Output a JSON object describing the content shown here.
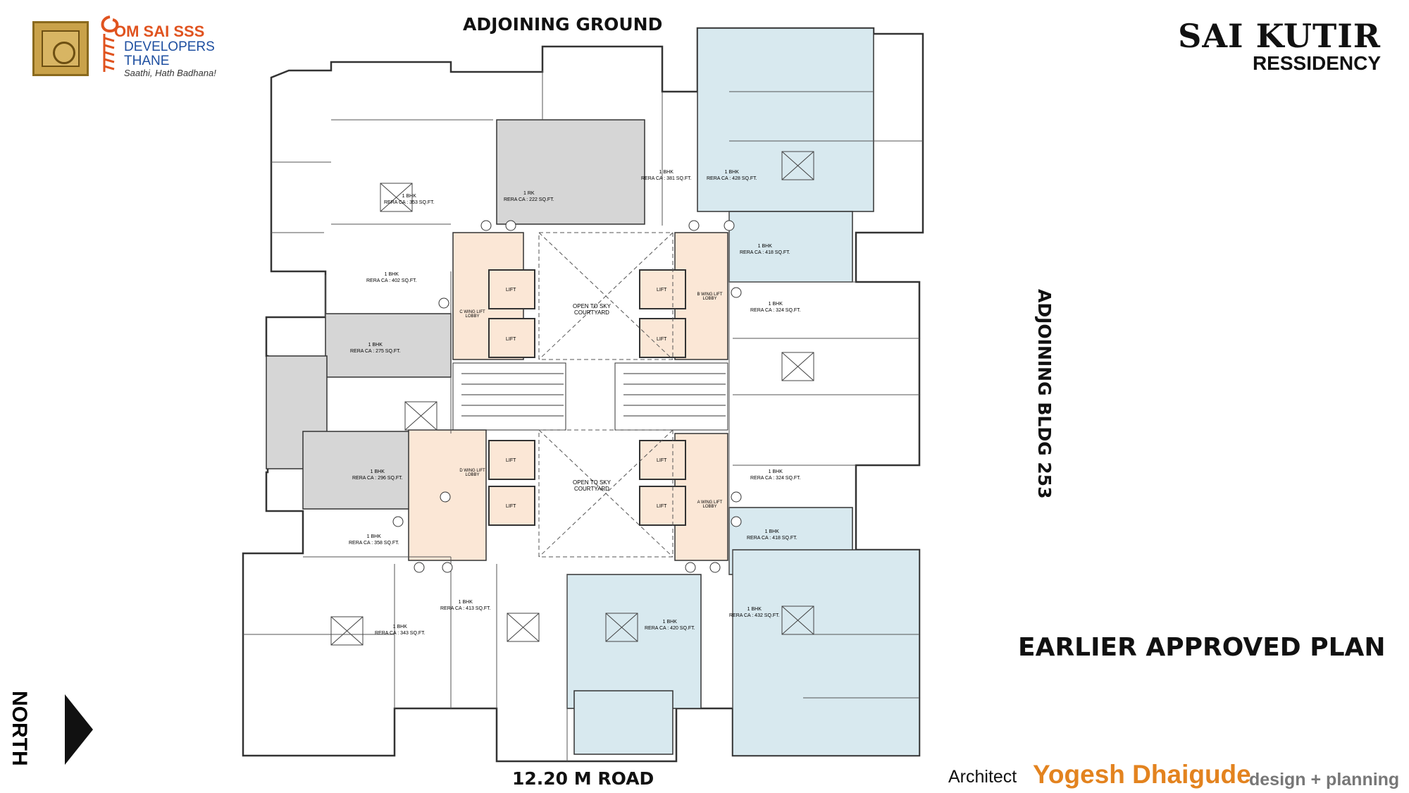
{
  "branding": {
    "developer_name": "OM SAI SSS",
    "developer_line2": "DEVELOPERS",
    "developer_line3": "THANE",
    "tagline": "Saathi, Hath Badhana!",
    "project_name": "SAI KUTIR",
    "project_sub": "RESSIDENCY",
    "accent": "#e3831f"
  },
  "labels": {
    "adjoining_top": "ADJOINING GROUND",
    "adjoining_right": "ADJOINING BLDG 253",
    "road": "12.20 M ROAD",
    "plan_status": "EARLIER APPROVED PLAN",
    "north": "NORTH",
    "architect_prefix": "Architect",
    "architect_name": "Yogesh Dhaigude",
    "architect_suffix": "design + planning"
  },
  "courtyard": {
    "top": "OPEN TO SKY COURTYARD",
    "bottom": "OPEN TO SKY COURTYARD"
  },
  "lifts": {
    "label": "LIFT",
    "lobbies": [
      "C WING LIFT LOBBY",
      "B WING LIFT LOBBY",
      "D WING LIFT LOBBY",
      "A WING LIFT LOBBY"
    ]
  },
  "units": [
    {
      "type": "1 BHK",
      "rera": "RERA CA : 353 SQ.FT."
    },
    {
      "type": "1 RK",
      "rera": "RERA CA : 222 SQ.FT."
    },
    {
      "type": "1 BHK",
      "rera": "RERA CA : 381 SQ.FT."
    },
    {
      "type": "1 BHK",
      "rera": "RERA CA : 428 SQ.FT."
    },
    {
      "type": "1 BHK",
      "rera": "RERA CA : 402 SQ.FT."
    },
    {
      "type": "1 BHK",
      "rera": "RERA CA : 418 SQ.FT."
    },
    {
      "type": "1 BHK",
      "rera": "RERA CA : 275 SQ.FT."
    },
    {
      "type": "1 BHK",
      "rera": "RERA CA : 324 SQ.FT."
    },
    {
      "type": "1 BHK",
      "rera": "RERA CA : 296 SQ.FT."
    },
    {
      "type": "1 BHK",
      "rera": "RERA CA : 324 SQ.FT."
    },
    {
      "type": "1 BHK",
      "rera": "RERA CA : 358 SQ.FT."
    },
    {
      "type": "1 BHK",
      "rera": "RERA CA : 418 SQ.FT."
    },
    {
      "type": "1 BHK",
      "rera": "RERA CA : 343 SQ.FT."
    },
    {
      "type": "1 BHK",
      "rera": "RERA CA : 413 SQ.FT."
    },
    {
      "type": "1 BHK",
      "rera": "RERA CA : 420 SQ.FT."
    },
    {
      "type": "1 BHK",
      "rera": "RERA CA : 432 SQ.FT."
    }
  ],
  "colors": {
    "lobby": "#fbe7d6",
    "unit_grey": "#d6d6d6",
    "unit_blue": "#d8e9ef",
    "wall": "#333333"
  }
}
